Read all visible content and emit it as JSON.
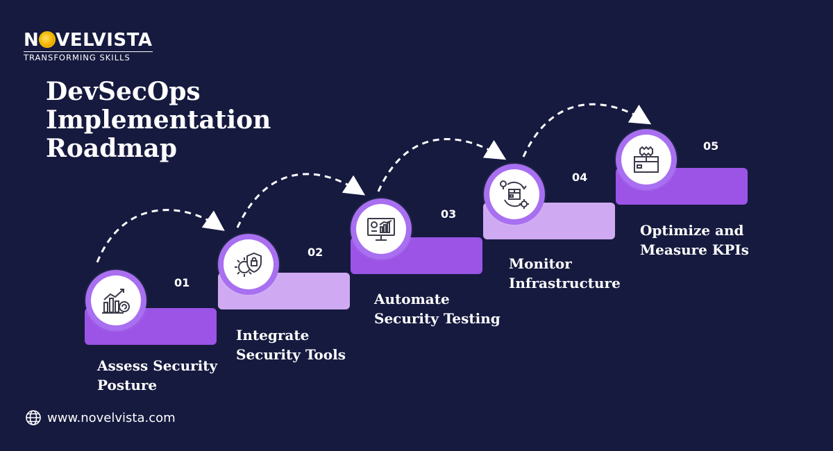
{
  "brand": {
    "name_before": "N",
    "name_after": "VELVISTA",
    "tagline": "TRANSFORMING SKILLS"
  },
  "title": {
    "line1": "DevSecOps",
    "line2": "Implementation",
    "line3": "Roadmap"
  },
  "steps": [
    {
      "number": "01",
      "label_line1": "Assess Security",
      "label_line2": "Posture",
      "icon": "chart-growth-icon"
    },
    {
      "number": "02",
      "label_line1": "Integrate",
      "label_line2": "Security Tools",
      "icon": "gear-shield-lock-icon"
    },
    {
      "number": "03",
      "label_line1": "Automate",
      "label_line2": "Security Testing",
      "icon": "monitor-analytics-icon"
    },
    {
      "number": "04",
      "label_line1": "Monitor",
      "label_line2": "Infrastructure",
      "icon": "box-cycle-icon"
    },
    {
      "number": "05",
      "label_line1": "Optimize and",
      "label_line2": "Measure KPIs",
      "icon": "new-box-icon"
    }
  ],
  "colors": {
    "background": "#161a3f",
    "bar_dark": "#9b54e6",
    "bar_light": "#cfaaf2",
    "icon_ring": "#a86ff0",
    "icon_stroke": "#3a3a4a",
    "logo_gold": "#f5b700"
  },
  "footer": {
    "icon": "globe-icon",
    "url": "www.novelvista.com"
  }
}
